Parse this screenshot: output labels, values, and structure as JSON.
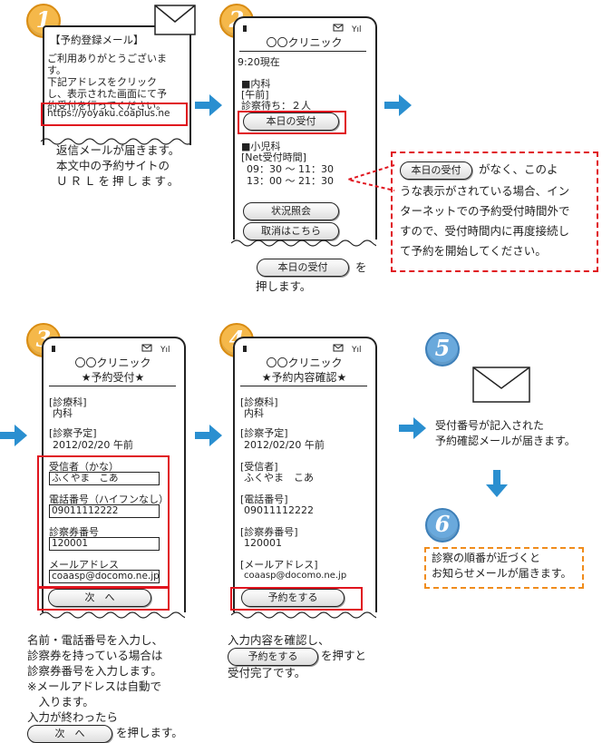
{
  "step1": {
    "number": "1",
    "email_title": "【予約登録メール】",
    "email_body": [
      "ご利用ありがとうございま",
      "す。",
      "下記アドレスをクリック",
      "し、表示された画面にて予",
      "約受付を行ってください。"
    ],
    "link": "https://yoyaku.coaplus.ne",
    "caption": [
      "返信メールが届きます。",
      "本文中の予約サイトの",
      "ＵＲＬを押します。"
    ]
  },
  "step2": {
    "number": "2",
    "clinic": "〇〇クリニック",
    "time_now": "9:20現在",
    "internal": {
      "title": "■内科",
      "session": "[午前]",
      "waiting": "診察待ち：２人",
      "button": "本日の受付"
    },
    "pediatrics": {
      "title": "■小児科",
      "hours_label": "[Net受付時間]",
      "hours1": "09：30 ～ 11：30",
      "hours2": "13：00 ～ 21：30"
    },
    "status_button": "状況照会",
    "cancel_button": "取消はこちら",
    "caption_button": "本日の受付",
    "caption_after": "を",
    "caption_line2": "押します。",
    "note_button": "本日の受付",
    "note_line1_after": "がなく、このよ",
    "note_lines": [
      "うな表示がされている場合、イン",
      "ターネットでの予約受付時間外で",
      "すので、受付時間内に再度接続し",
      "て予約を開始してください。"
    ]
  },
  "step3": {
    "number": "3",
    "clinic": "〇〇クリニック",
    "subtitle": "★予約受付★",
    "dept_label": "[診療科]",
    "dept_value": "内科",
    "date_label": "[診察予定]",
    "date_value": "2012/02/20 午前",
    "name_label": "受信者（かな）",
    "name_value": "ふくやま　こあ",
    "phone_label": "電話番号（ハイフンなし）",
    "phone_value": "09011112222",
    "ticket_label": "診察券番号",
    "ticket_value": "120001",
    "mail_label": "メールアドレス",
    "mail_value": "coaasp@docomo.ne.jp",
    "next_button": "次　へ",
    "caption": [
      "名前・電話番号を入力し、",
      "診察券を持っている場合は",
      "診察券番号を入力します。",
      "※メールアドレスは自動で",
      "　入ります。",
      "入力が終わったら"
    ],
    "caption_button": "次　へ",
    "caption_after": "を押します。"
  },
  "step4": {
    "number": "4",
    "clinic": "〇〇クリニック",
    "subtitle": "★予約内容確認★",
    "dept_label": "[診療科]",
    "dept_value": "内科",
    "date_label": "[診察予定]",
    "date_value": "2012/02/20 午前",
    "name_label": "[受信者]",
    "name_value": "ふくやま　こあ",
    "phone_label": "[電話番号]",
    "phone_value": "09011112222",
    "ticket_label": "[診察券番号]",
    "ticket_value": "120001",
    "mail_label": "[メールアドレス]",
    "mail_value": "coaasp@docomo.ne.jp",
    "reserve_button": "予約をする",
    "caption_line1": "入力内容を確認し、",
    "caption_button": "予約をする",
    "caption_after": "を押すと",
    "caption_line3": "受付完了です。"
  },
  "step5": {
    "number": "5",
    "caption": [
      "受付番号が記入された",
      "予約確認メールが届きます。"
    ]
  },
  "step6": {
    "number": "6",
    "caption": [
      "診察の順番が近づくと",
      "お知らせメールが届きます。"
    ]
  },
  "colors": {
    "red": "#e0141e",
    "blue_arrow": "#2a8fd0",
    "badge": "#f5b84a",
    "badge_blue": "#6aa9dc"
  }
}
